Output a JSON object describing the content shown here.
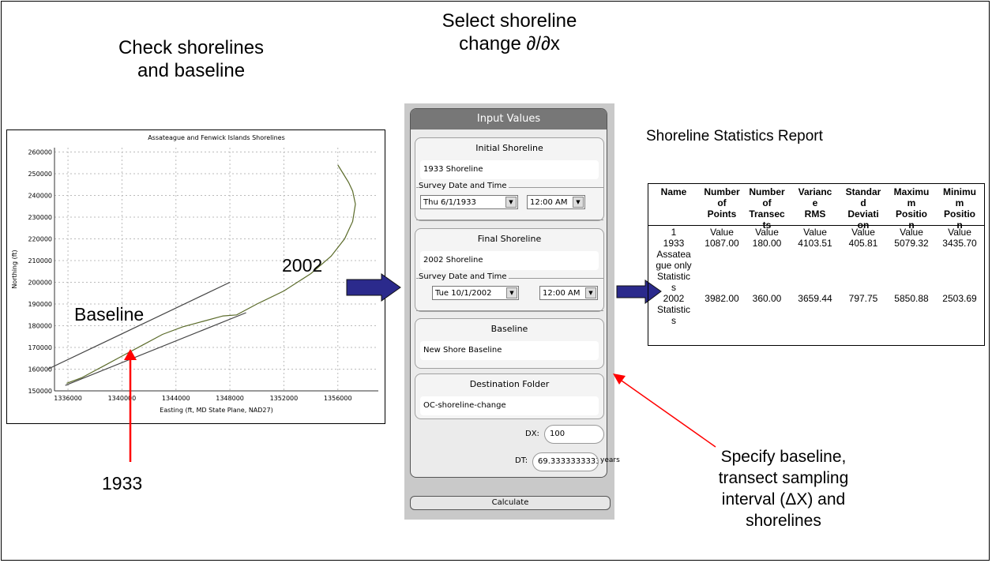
{
  "labels": {
    "check": [
      "Check shorelines",
      "and baseline"
    ],
    "select_line1": "Select shoreline",
    "select_line2": "change ∂/∂x",
    "baseline": "Baseline",
    "year2002": "2002",
    "year1933": "1933",
    "specify": [
      "Specify baseline,",
      "transect sampling",
      "interval (ΔX) and",
      "shorelines"
    ]
  },
  "panel": {
    "header": "Input Values",
    "initial": {
      "title": "Initial Shoreline",
      "value": "1933 Shoreline",
      "legend": "Survey Date and Time",
      "date": "Thu 6/1/1933",
      "time": "12:00 AM"
    },
    "final": {
      "title": "Final Shoreline",
      "value": "2002 Shoreline",
      "legend": "Survey Date and Time",
      "date": "Tue 10/1/2002",
      "time": "12:00 AM"
    },
    "baseline": {
      "title": "Baseline",
      "value": "New Shore Baseline"
    },
    "destination": {
      "title": "Destination Folder",
      "value": "OC-shoreline-change"
    },
    "dx_label": "DX:",
    "dx_value": "100",
    "dt_label": "DT:",
    "dt_value": "69.3333333333",
    "dt_unit": "years",
    "calculate": "Calculate"
  },
  "report": {
    "title": "Shoreline Statistics Report",
    "headers": [
      [
        "Name"
      ],
      [
        "Number",
        "of",
        "Points"
      ],
      [
        "Number",
        "of",
        "Transec",
        "ts"
      ],
      [
        "Varianc",
        "e",
        "RMS"
      ],
      [
        "Standar",
        "d",
        "Deviati",
        "on"
      ],
      [
        "Maximu",
        "m",
        "Positio",
        "n"
      ],
      [
        "Minimu",
        "m",
        "Positio",
        "n"
      ]
    ],
    "rows": [
      {
        "name": [
          "1"
        ],
        "values": [
          "Value",
          "Value",
          "Value",
          "Value",
          "Value",
          "Value"
        ]
      },
      {
        "name": [
          "1933",
          "Assatea",
          "gue only",
          "Statistic",
          "s"
        ],
        "values": [
          "1087.00",
          "180.00",
          "4103.51",
          "405.81",
          "5079.32",
          "3435.70"
        ]
      },
      {
        "name": [
          "2002",
          "Statistic",
          "s"
        ],
        "values": [
          "3982.00",
          "360.00",
          "3659.44",
          "797.75",
          "5850.88",
          "2503.69"
        ]
      }
    ]
  },
  "chart_data": {
    "type": "line",
    "title": "Assateague and Fenwick Islands Shorelines",
    "xlabel": "Easting (ft, MD State Plane, NAD27)",
    "ylabel": "Northing (ft)",
    "xlim": [
      1335000,
      1359000
    ],
    "ylim": [
      150000,
      262000
    ],
    "xticks": [
      1336000,
      1340000,
      1344000,
      1348000,
      1352000,
      1356000
    ],
    "yticks": [
      150000,
      160000,
      170000,
      180000,
      190000,
      200000,
      210000,
      220000,
      230000,
      240000,
      250000,
      260000
    ],
    "grid": true,
    "series": [
      {
        "color": "#444444",
        "x": [
          1334500,
          1348000
        ],
        "y": [
          160000,
          200000
        ]
      },
      {
        "color": "#444444",
        "x": [
          1335800,
          1349200
        ],
        "y": [
          152500,
          186000
        ]
      },
      {
        "color": "#5b6b2a",
        "x": [
          1335900,
          1337000,
          1338500,
          1340000,
          1341500,
          1343000,
          1344500,
          1346000,
          1347500,
          1348500,
          1350000,
          1352000,
          1354000,
          1355500,
          1356500,
          1357100,
          1357300,
          1357100,
          1356800,
          1356400,
          1356000
        ],
        "y": [
          153500,
          156000,
          161000,
          166000,
          171000,
          176000,
          179500,
          182000,
          184500,
          185000,
          190000,
          196000,
          204000,
          212000,
          220000,
          228000,
          236000,
          242000,
          246000,
          250000,
          254000
        ]
      }
    ]
  },
  "colors": {
    "arrow_blue": "#2b2a8c",
    "red": "#ff0000"
  }
}
